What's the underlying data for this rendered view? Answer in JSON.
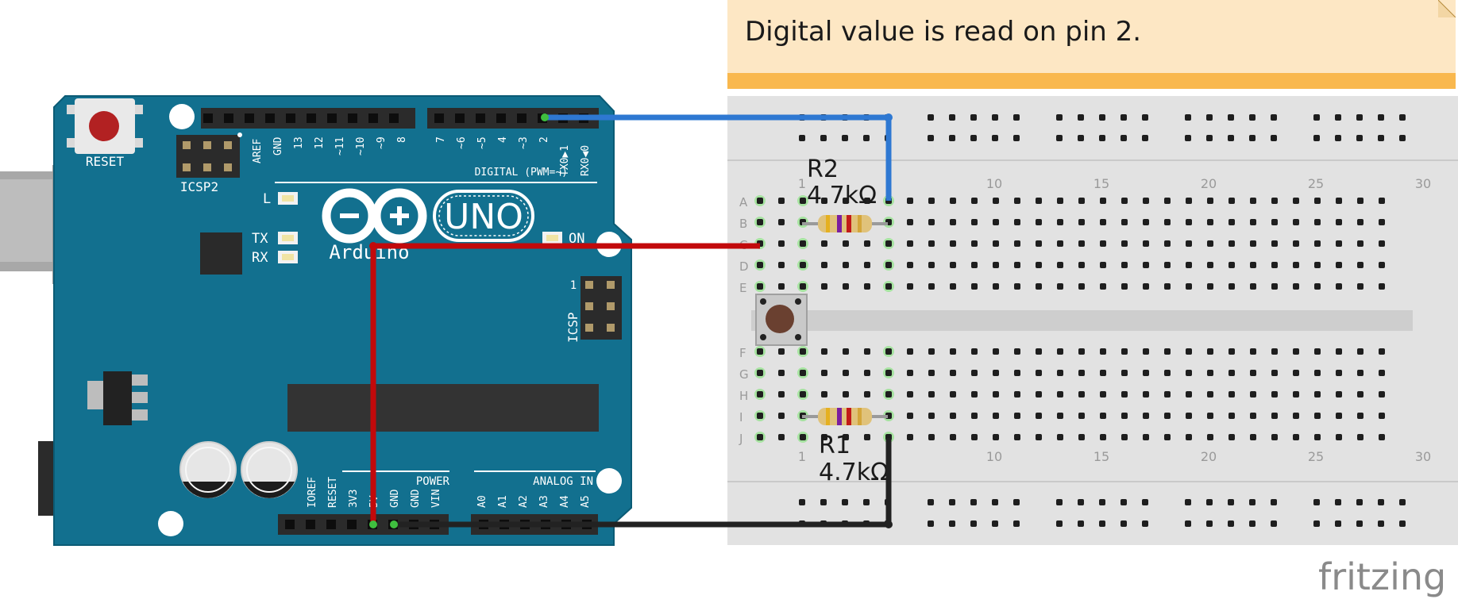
{
  "note": {
    "text": "Digital value is read on pin 2."
  },
  "watermark": {
    "text": "fritzing"
  },
  "arduino": {
    "reset_label": "RESET",
    "icsp2_label": "ICSP2",
    "icsp_label": "ICSP",
    "icsp_pin1": "1",
    "led_l": "L",
    "led_tx": "TX",
    "led_rx": "RX",
    "led_on": "ON",
    "brand": "Arduino",
    "model": "UNO",
    "digital_label": "DIGITAL (PWM=~)",
    "power_label": "POWER",
    "analog_label": "ANALOG IN",
    "digital_pins_left": [
      "AREF",
      "GND",
      "13",
      "12",
      "~11",
      "~10",
      "~9",
      "8"
    ],
    "digital_pins_right": [
      "7",
      "~6",
      "~5",
      "4",
      "~3",
      "2",
      "TX0▶1",
      "RX0◀0"
    ],
    "power_pins": [
      "IOREF",
      "RESET",
      "3V3",
      "5V",
      "GND",
      "GND",
      "VIN"
    ],
    "analog_pins": [
      "A0",
      "A1",
      "A2",
      "A3",
      "A4",
      "A5"
    ]
  },
  "breadboard": {
    "rows_top": [
      "A",
      "B",
      "C",
      "D",
      "E"
    ],
    "rows_bottom": [
      "F",
      "G",
      "H",
      "I",
      "J"
    ],
    "column_numbers": [
      "1",
      "10",
      "15",
      "20",
      "25",
      "30"
    ]
  },
  "components": {
    "r2": {
      "name": "R2",
      "value": "4.7kΩ"
    },
    "r1": {
      "name": "R1",
      "value": "4.7kΩ"
    }
  },
  "wires": [
    {
      "name": "pin2-wire",
      "color": "#2e78d2"
    },
    {
      "name": "5v-wire",
      "color": "#c2090b"
    },
    {
      "name": "gnd-wire",
      "color": "#222222"
    }
  ],
  "colors": {
    "board": "#12708f",
    "note_bg": "#fde7c4",
    "note_bar": "#f9b84e",
    "breadboard": "#e2e2e2"
  }
}
